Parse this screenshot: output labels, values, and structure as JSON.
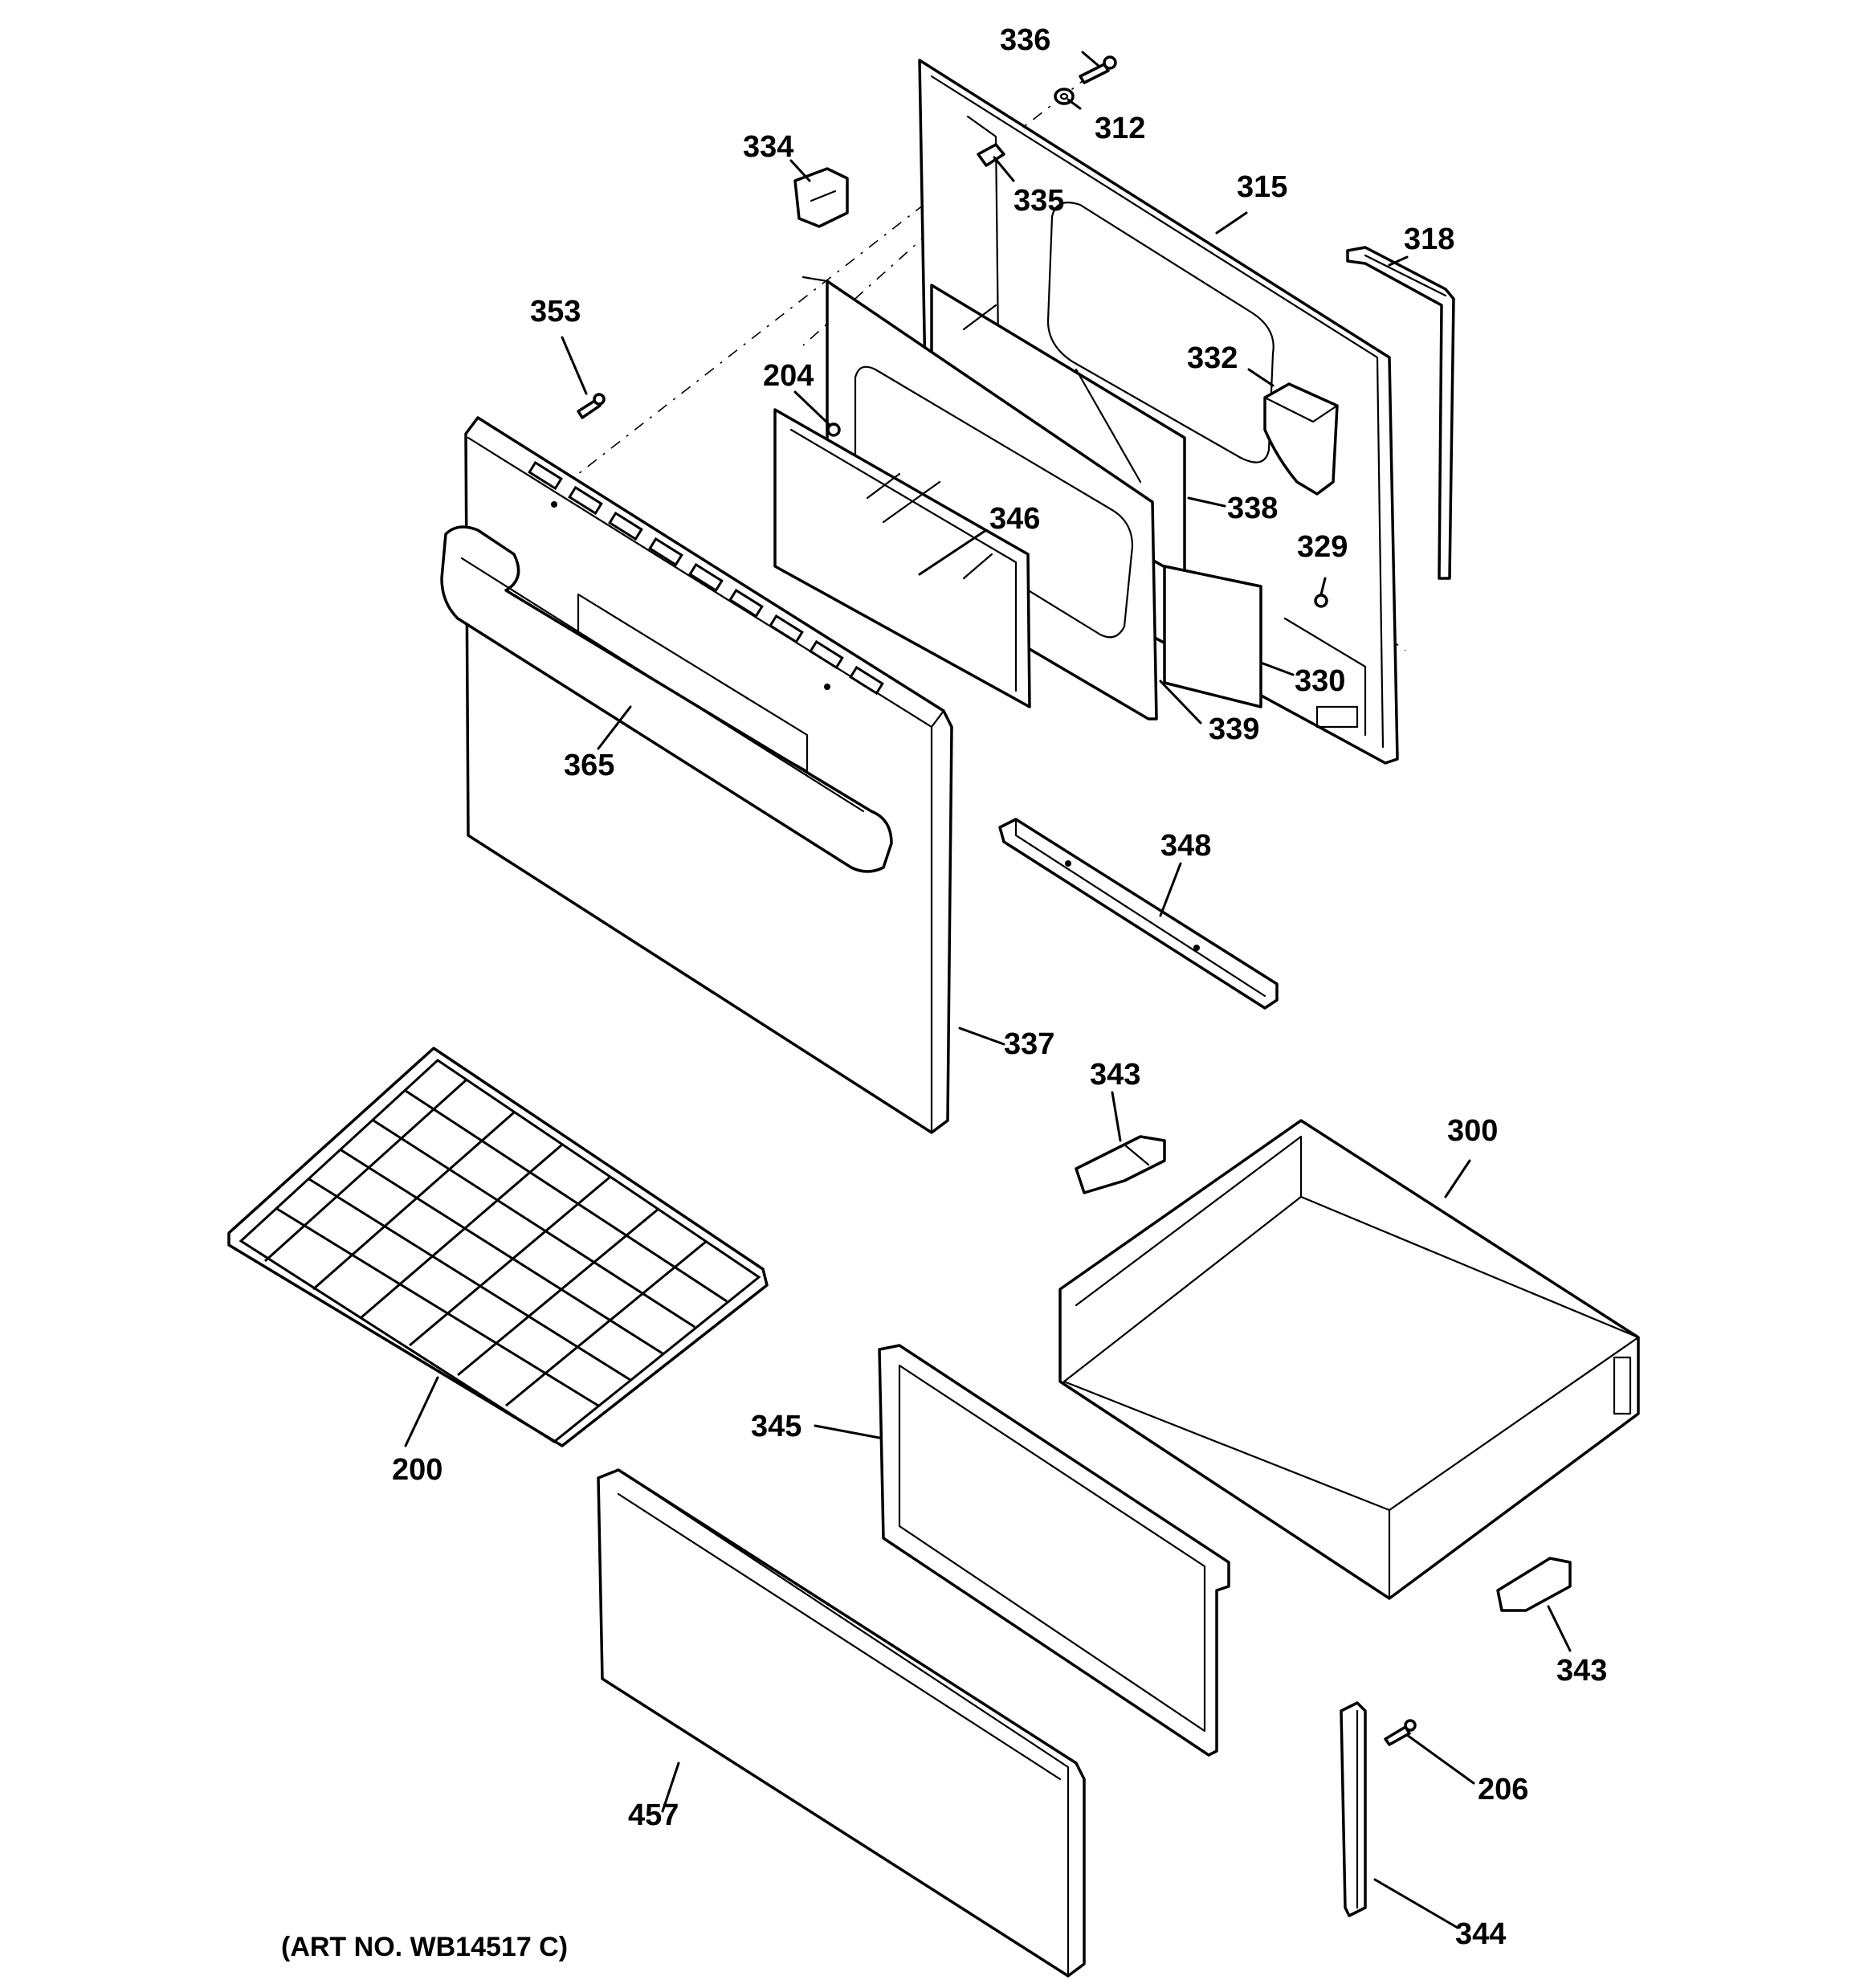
{
  "labels": {
    "l336": "336",
    "l312": "312",
    "l334": "334",
    "l335": "335",
    "l315": "315",
    "l318": "318",
    "l353": "353",
    "l204": "204",
    "l332": "332",
    "l346": "346",
    "l338": "338",
    "l329": "329",
    "l330": "330",
    "l339": "339",
    "l365": "365",
    "l348": "348",
    "l337": "337",
    "l343a": "343",
    "l300": "300",
    "l200": "200",
    "l345": "345",
    "l343b": "343",
    "l206": "206",
    "l457": "457",
    "l344": "344"
  },
  "art_number": "(ART NO. WB14517 C)"
}
